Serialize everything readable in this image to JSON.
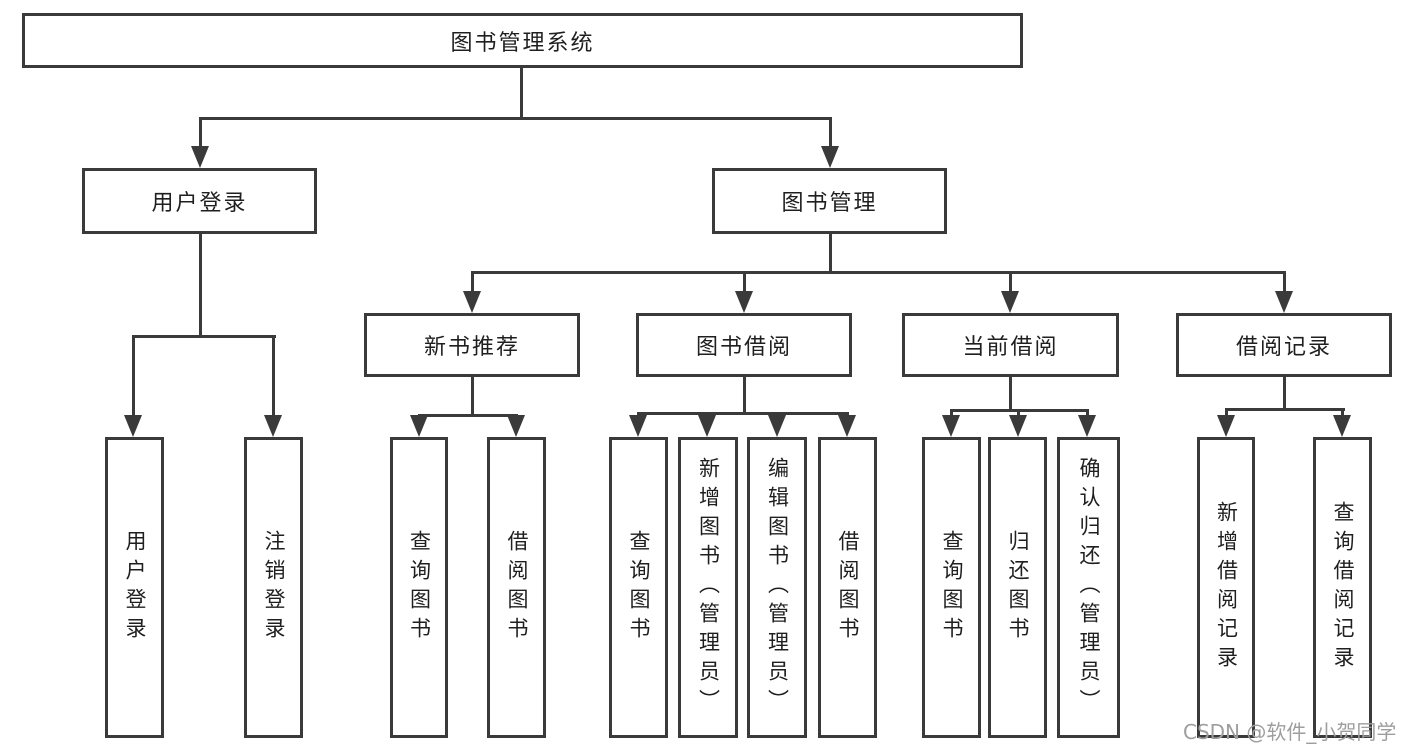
{
  "title": "图书管理系统",
  "colors": {
    "line": "#3a3a3a",
    "text": "#1f1f1f",
    "watermark": "#9e9e9e",
    "background": "#ffffff"
  },
  "nodes": {
    "root": {
      "label": "图书管理系统"
    },
    "user_login": {
      "label": "用户登录"
    },
    "book_mgmt": {
      "label": "图书管理"
    },
    "new_book_rec": {
      "label": "新书推荐"
    },
    "book_borrow": {
      "label": "图书借阅"
    },
    "current_borrow": {
      "label": "当前借阅"
    },
    "borrow_records": {
      "label": "借阅记录"
    },
    "leaf_user_login": {
      "label": "用户登录"
    },
    "leaf_logout": {
      "label": "注销登录"
    },
    "leaf_query_book_rec": {
      "label": "查询图书"
    },
    "leaf_borrow_book_rec": {
      "label": "借阅图书"
    },
    "leaf_query_book_borrow": {
      "label": "查询图书"
    },
    "leaf_add_book": {
      "label": "新增图书（管理员）"
    },
    "leaf_edit_book": {
      "label": "编辑图书（管理员）"
    },
    "leaf_borrow_book": {
      "label": "借阅图书"
    },
    "leaf_query_book_current": {
      "label": "查询图书"
    },
    "leaf_return_book": {
      "label": "归还图书"
    },
    "leaf_confirm_return": {
      "label": "确认归还（管理员）"
    },
    "leaf_add_borrow_record": {
      "label": "新增借阅记录"
    },
    "leaf_query_borrow_record": {
      "label": "查询借阅记录"
    }
  },
  "watermark": {
    "text": "CSDN @软件_小贺同学"
  }
}
